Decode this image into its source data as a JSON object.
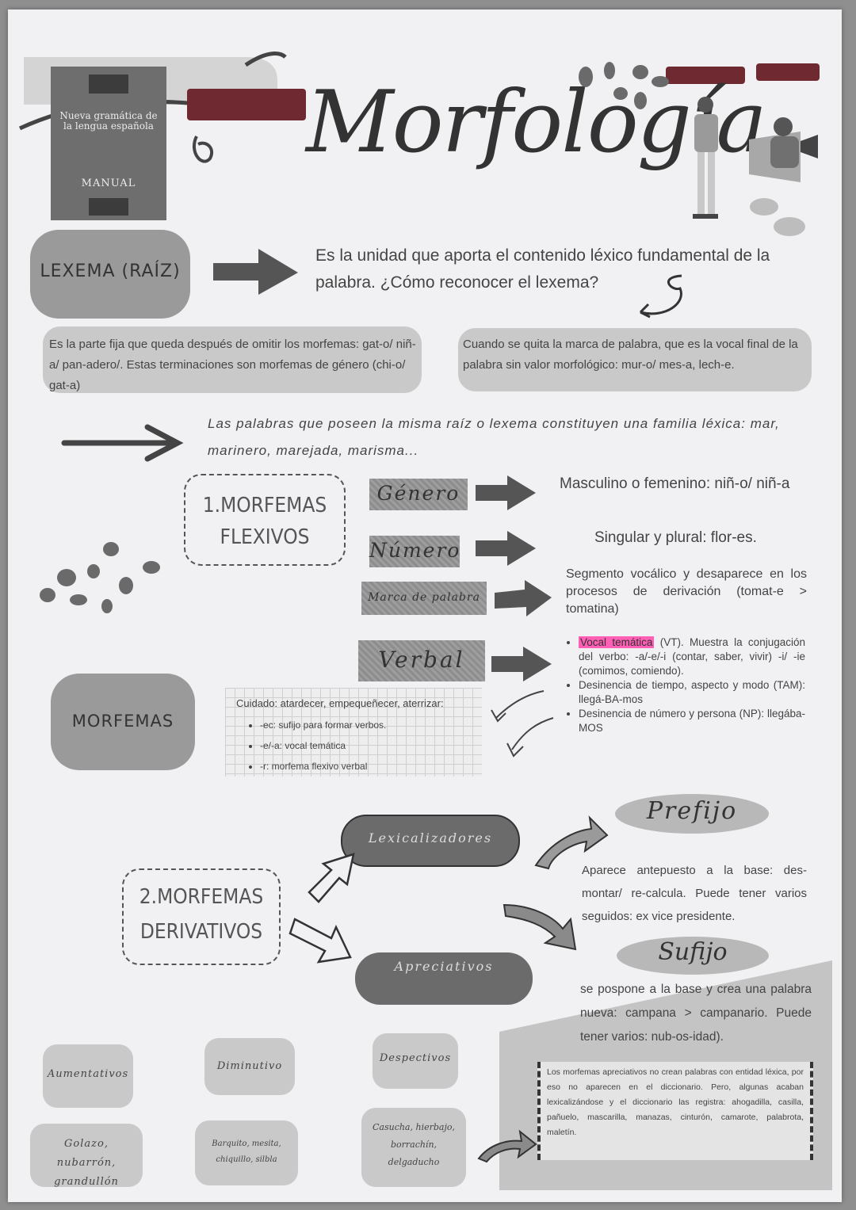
{
  "book": {
    "title": "Nueva gramática de la lengua española",
    "subtitle": "MANUAL"
  },
  "header": {
    "title": "Morfología"
  },
  "lexema": {
    "label": "LEXEMA (RAÍZ)",
    "definition": "Es la unidad que aporta el contenido léxico fundamental de la palabra. ¿Cómo reconocer el lexema?",
    "method_1": "Es la parte fija que queda después de omitir los morfemas: gat-o/ niñ-a/ pan-adero/. Estas terminaciones son morfemas de género (chi-o/ gat-a)",
    "method_2": "Cuando se quita la marca de palabra, que es la vocal final de la palabra sin valor morfológico: mur-o/ mes-a, lech-e.",
    "family": "Las palabras que poseen la misma raíz o lexema constituyen una familia léxica: mar, marinero, marejada, marisma..."
  },
  "flexivos": {
    "title": "1.MORFEMAS FLEXIVOS",
    "genero": {
      "label": "Género",
      "desc": "Masculino o femenino: niñ-o/ niñ-a"
    },
    "numero": {
      "label": "Número",
      "desc": "Singular y plural: flor-es."
    },
    "marca": {
      "label": "Marca de palabra",
      "desc": "Segmento vocálico y desaparece en los procesos de derivación (tomat-e > tomatina)"
    },
    "verbal": {
      "label": "Verbal",
      "vt_highlight": "Vocal temática",
      "vt_rest": "(VT). Muestra la conjugación del verbo: -a/-e/-i (contar, saber, vivir) -i/ -ie (comimos, comiendo).",
      "tam": "Desinencia de tiempo, aspecto y modo (TAM): llegá-BA-mos",
      "np": "Desinencia de número y persona (NP): llegába-MOS"
    }
  },
  "morfemas": {
    "label": "MORFEMAS"
  },
  "cuidado": {
    "title": "Cuidado: atardecer, empequeñecer, aterrizar:",
    "items": [
      "-ec: sufijo para formar verbos.",
      "-e/-a: vocal temática",
      "-r: morfema flexivo verbal"
    ]
  },
  "derivativos": {
    "title": "2.MORFEMAS DERIVATIVOS",
    "lexicalizadores": "Lexicalizadores",
    "apreciativos": "Apreciativos",
    "prefijo": {
      "label": "Prefijo",
      "desc": "Aparece antepuesto a la base: des-montar/ re-calcula. Puede tener varios seguidos: ex vice presidente."
    },
    "sufijo": {
      "label": "Sufijo",
      "desc": "se pospone a la base y crea una palabra nueva: campana > campanario. Puede tener varios: nub-os-idad)."
    }
  },
  "apreciativos": {
    "aumentativos": {
      "label": "Aumentativos",
      "examples": "Golazo, nubarrón, grandullón"
    },
    "diminutivo": {
      "label": "Diminutivo",
      "examples": "Barquito, mesita, chiquillo, silbla"
    },
    "despectivos": {
      "label": "Despectivos",
      "examples": "Casucha, hierbajo, borrachín, delgaducho"
    },
    "note": "Los morfemas apreciativos no crean palabras con entidad léxica, por eso no aparecen en el diccionario. Pero, algunas acaban lexicalizándose y el diccionario las registra: ahogadilla, casilla, pañuelo, mascarilla, manazas, cinturón, camarote, palabrota, maletín."
  },
  "colors": {
    "page": "#f1f1f3",
    "box": "#9a9a9a",
    "dark": "#6b6b6b",
    "highlight": "#ff5fb5",
    "redaction": "#6e2a30"
  }
}
